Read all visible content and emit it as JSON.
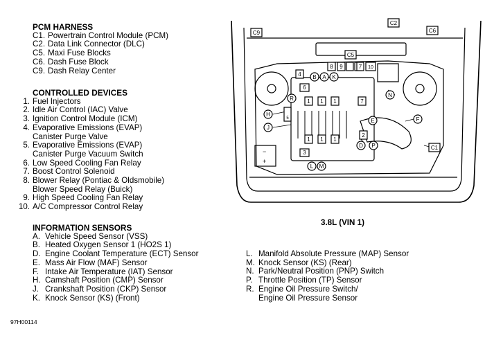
{
  "pcm_harness": {
    "heading": "PCM HARNESS",
    "items": [
      {
        "key": "C1.",
        "text": "Powertrain Control Module (PCM)"
      },
      {
        "key": "C2.",
        "text": "Data Link Connector (DLC)"
      },
      {
        "key": "C5.",
        "text": "Maxi Fuse Blocks"
      },
      {
        "key": "C6.",
        "text": "Dash Fuse Block"
      },
      {
        "key": "C9.",
        "text": "Dash Relay Center"
      }
    ]
  },
  "controlled_devices": {
    "heading": "CONTROLLED DEVICES",
    "items": [
      {
        "key": "1.",
        "text": "Fuel Injectors"
      },
      {
        "key": "2.",
        "text": "Idle Air Control (IAC) Valve"
      },
      {
        "key": "3.",
        "text": "Ignition Control Module (ICM)"
      },
      {
        "key": "4.",
        "text": "Evaporative Emissions (EVAP)",
        "cont": "Canister Purge Valve"
      },
      {
        "key": "5.",
        "text": "Evaporative Emissions (EVAP)",
        "cont": "Canister Purge Vacuum Switch"
      },
      {
        "key": "6.",
        "text": "Low Speed Cooling Fan Relay"
      },
      {
        "key": "7.",
        "text": "Boost Control Solenoid"
      },
      {
        "key": "8.",
        "text": "Blower Relay (Pontiac & Oldsmobile)",
        "cont": "Blower Speed Relay (Buick)"
      },
      {
        "key": "9.",
        "text": "High Speed Cooling Fan Relay"
      },
      {
        "key": "10.",
        "text": "A/C Compressor Control Relay"
      }
    ]
  },
  "information_sensors": {
    "heading": "INFORMATION SENSORS",
    "items_left": [
      {
        "key": "A.",
        "text": "Vehicle Speed Sensor (VSS)"
      },
      {
        "key": "B.",
        "text": "Heated Oxygen Sensor 1 (HO2S 1)"
      },
      {
        "key": "D.",
        "text": "Engine Coolant Temperature (ECT) Sensor"
      },
      {
        "key": "E.",
        "text": "Mass Air Flow (MAF) Sensor"
      },
      {
        "key": "F.",
        "text": "Intake Air Temperature (IAT) Sensor"
      },
      {
        "key": "H.",
        "text": "Camshaft Position (CMP) Sensor"
      },
      {
        "key": "J.",
        "text": "Crankshaft Position (CKP) Sensor"
      },
      {
        "key": "K.",
        "text": "Knock Sensor (KS) (Front)"
      }
    ],
    "items_right": [
      {
        "key": "L.",
        "text": "Manifold Absolute Pressure (MAP) Sensor"
      },
      {
        "key": "M.",
        "text": "Knock Sensor (KS) (Rear)"
      },
      {
        "key": "N.",
        "text": "Park/Neutral Position (PNP) Switch"
      },
      {
        "key": "P.",
        "text": "Throttle Position (TP) Sensor"
      },
      {
        "key": "R.",
        "text": "Engine Oil Pressure Switch/",
        "cont": "Engine Oil Pressure Sensor"
      }
    ]
  },
  "diagram": {
    "caption": "3.8L (VIN 1)",
    "figure_id": "97H00114",
    "connector_labels": {
      "c1": "C1",
      "c2": "C2",
      "c5": "C5",
      "c6": "C6",
      "c9": "C9"
    },
    "device_labels": {
      "d1": "1",
      "d2": "2",
      "d3": "3",
      "d4": "4",
      "d5": "5",
      "d6": "6",
      "d7": "7",
      "d8": "8",
      "d9": "9",
      "d10": "10"
    },
    "sensor_labels": {
      "a": "A",
      "b": "B",
      "d": "D",
      "e": "E",
      "f": "F",
      "h": "H",
      "j": "J",
      "k": "K",
      "l": "L",
      "m": "M",
      "n": "N",
      "p": "P",
      "r": "R"
    },
    "battery_minus": "−",
    "battery_plus": "+"
  }
}
